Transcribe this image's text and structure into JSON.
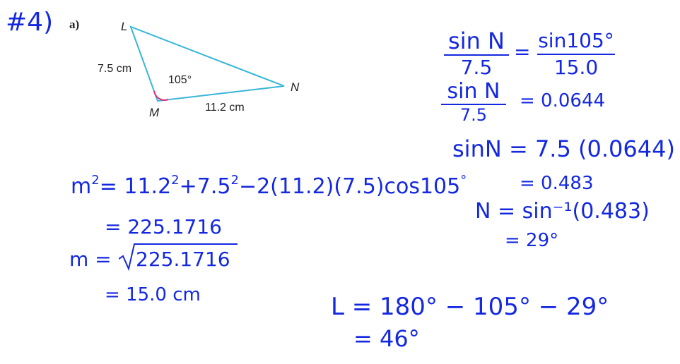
{
  "colors": {
    "ink": "#1428e0",
    "triangle": "#38b6d8",
    "angle_arc": "#e0307a",
    "text": "#222222"
  },
  "problem": {
    "number": "#4)",
    "part": "a)"
  },
  "diagram": {
    "vertex_L": "L",
    "vertex_M": "M",
    "vertex_N": "N",
    "side_LM": "7.5 cm",
    "side_MN": "11.2 cm",
    "angle_M": "105°"
  },
  "cosine_law": {
    "line1": "m² = 11.2² + 7.5² − 2(11.2)(7.5)cos105°",
    "line1_parts": {
      "lhs": "m",
      "sq1": "2",
      "eq": "=",
      "a": "11.2",
      "sq2": "2",
      "plus": "+",
      "b": "7.5",
      "sq3": "2",
      "rest": "−2(11.2)(7.5)cos105",
      "deg": "°"
    },
    "line2": "= 225.1716",
    "line3_lhs": "m =",
    "line3_radicand": "225.1716",
    "line4": "= 15.0 cm"
  },
  "sine_law": {
    "frac1_num": "sin N",
    "frac1_den": "7.5",
    "eq1": "=",
    "frac2_num": "sin105°",
    "frac2_den": "15.0",
    "frac3_num": "sin N",
    "frac3_den": "7.5",
    "eq2": "= 0.0644",
    "line3": "sinN = 7.5 (0.0644)",
    "line4": "= 0.483",
    "line5": "N = sin⁻¹(0.483)",
    "line6": "= 29°"
  },
  "angle_L": {
    "line1": "L = 180° − 105° − 29°",
    "line2": "= 46°"
  }
}
